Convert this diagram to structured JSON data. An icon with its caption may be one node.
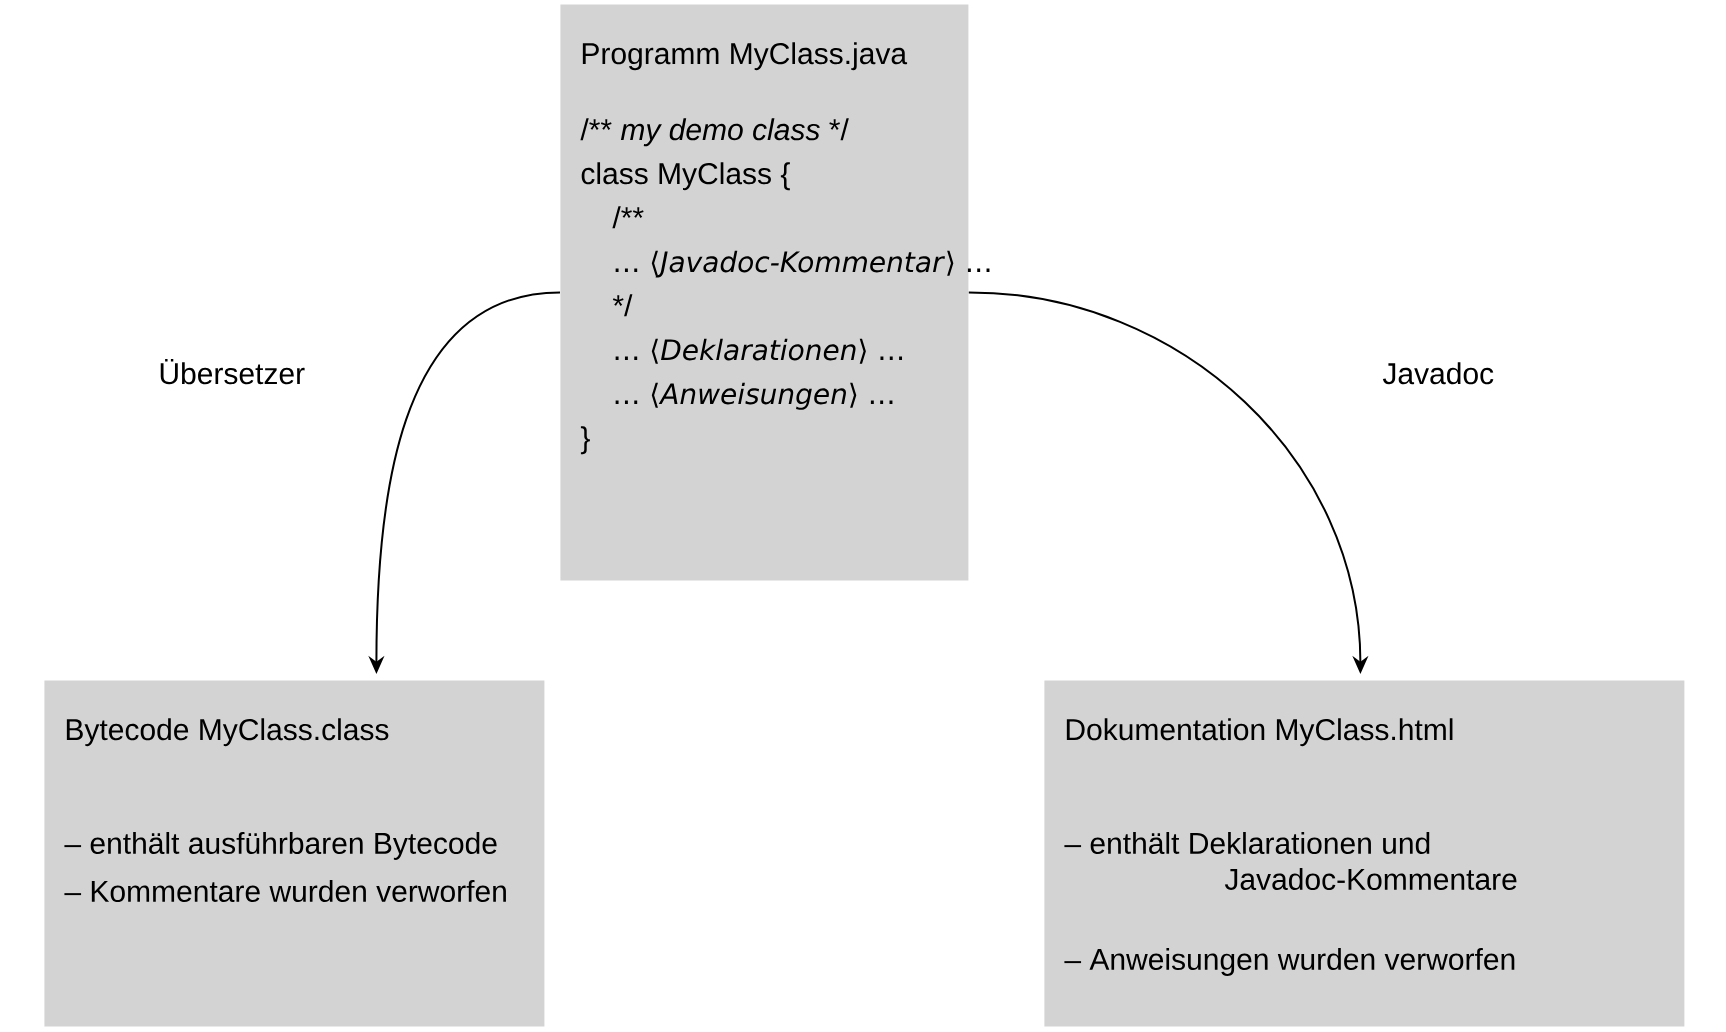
{
  "diagram": {
    "nodes": [
      {
        "text": [
          "Programm MyClass.java",
          "/** *my demo class* */",
          "class MyClass {",
          "/**",
          "… ⟨*Javadoc-Kommentar*⟩ …",
          "*/",
          "… ⟨*Deklarationen*⟩ …",
          "… ⟨*Anweisungen*⟩ …",
          "}"
        ]
      },
      {
        "text": [
          "Bytecode MyClass.class",
          "– enthält ausführbaren Bytecode",
          "– Kommentare wurden verworfen"
        ]
      },
      {
        "text": [
          "Dokumentation MyClass.html",
          "– enthält Deklarationen und Javadoc-Kommentare",
          "– Anweisungen wurden verworfen"
        ]
      }
    ],
    "edges": [
      {
        "from": 0,
        "to": 1,
        "arrow": "to",
        "label": "Übersetzer"
      },
      {
        "from": 0,
        "to": 2,
        "arrow": "to",
        "label": "Javadoc"
      }
    ]
  }
}
